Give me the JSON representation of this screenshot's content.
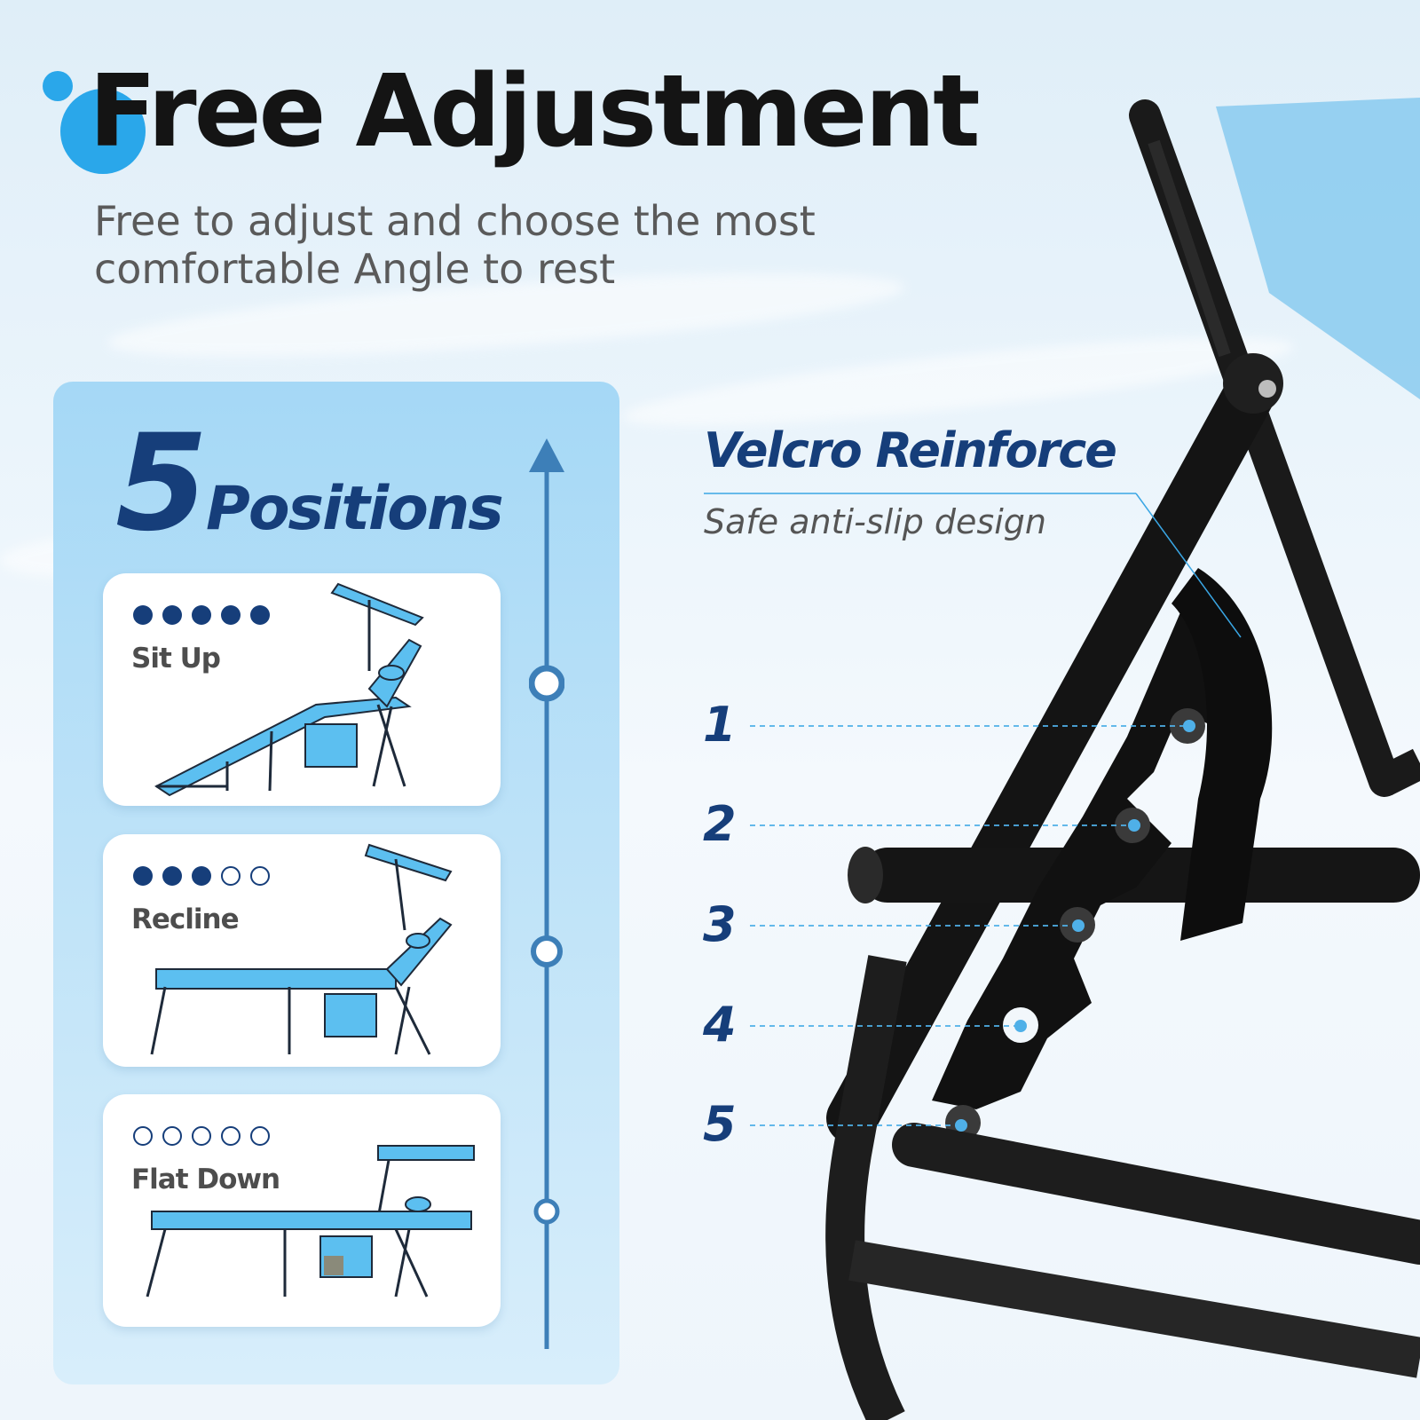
{
  "header": {
    "title": "Free Adjustment",
    "subtitle": "Free to adjust and choose the most comfortable Angle to rest"
  },
  "positions_panel": {
    "count": "5",
    "label": "Positions",
    "cards": [
      {
        "label": "Sit Up",
        "level": 5
      },
      {
        "label": "Recline",
        "level": 3
      },
      {
        "label": "Flat Down",
        "level": 0
      }
    ]
  },
  "velcro": {
    "title": "Velcro Reinforce",
    "subtitle": "Safe anti-slip design"
  },
  "slots": [
    "1",
    "2",
    "3",
    "4",
    "5"
  ],
  "colors": {
    "accent_blue": "#2aa7ea",
    "navy": "#163e7a",
    "fabric_blue": "#5cbff0",
    "frame_black": "#151515"
  }
}
